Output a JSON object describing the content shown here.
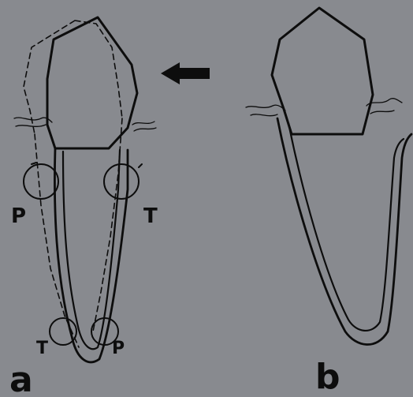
{
  "figure": {
    "panel_a": {
      "label": "a",
      "markers": {
        "upper_left": "P",
        "upper_right": "T",
        "lower_left": "T",
        "lower_right": "P"
      }
    },
    "panel_b": {
      "label": "b"
    },
    "colors": {
      "background": "#888a8f",
      "ink": "#0d0d0d"
    }
  }
}
